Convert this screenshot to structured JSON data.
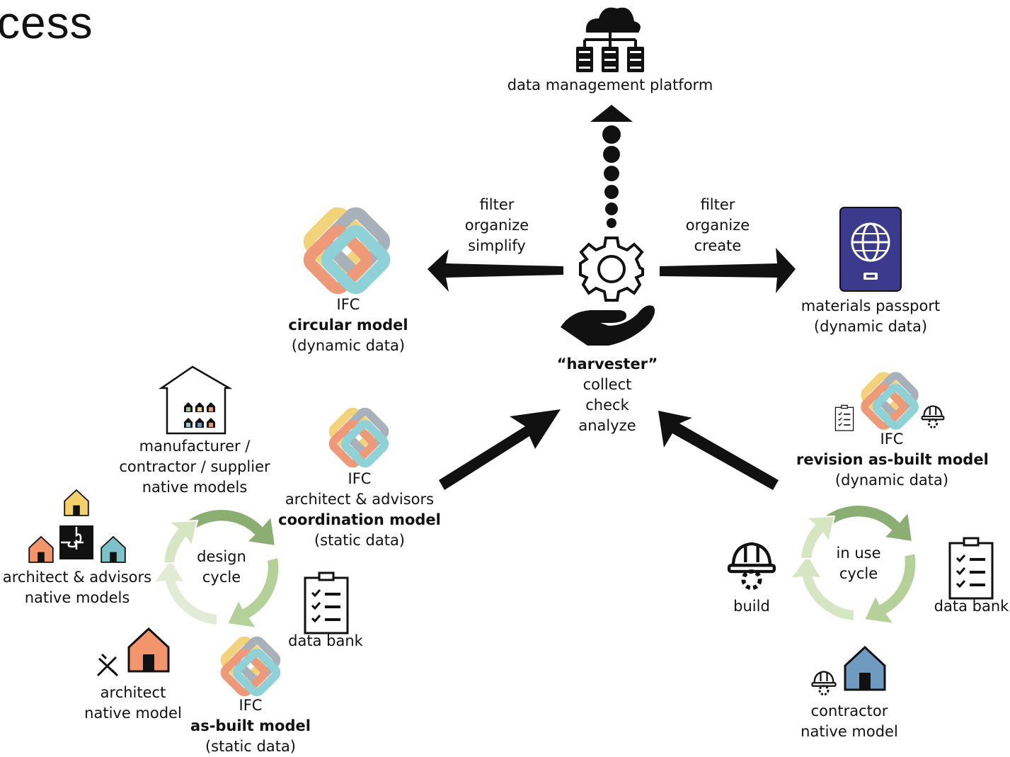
{
  "title_fragment": "cess",
  "top": {
    "label": "data management platform"
  },
  "left_arrow": {
    "lines": [
      "filter",
      "organize",
      "simplify"
    ]
  },
  "right_arrow": {
    "lines": [
      "filter",
      "organize",
      "create"
    ]
  },
  "center": {
    "title": "“harvester”",
    "lines": [
      "collect",
      "check",
      "analyze"
    ]
  },
  "circular_model": {
    "format": "IFC",
    "name": "circular model",
    "note": "(dynamic data)"
  },
  "materials_passport": {
    "name": "materials passport",
    "note": "(dynamic data)"
  },
  "manufacturer": {
    "lines": [
      "manufacturer /",
      "contractor / supplier",
      "native models"
    ]
  },
  "coordination_model": {
    "format": "IFC",
    "owner": "architect & advisors",
    "name": "coordination model",
    "note": "(static data)"
  },
  "design_cycle": {
    "lines": [
      "design",
      "cycle"
    ]
  },
  "architect_advisors": {
    "lines": [
      "architect & advisors",
      "native models"
    ]
  },
  "data_bank_left": {
    "label": "data bank"
  },
  "architect": {
    "lines": [
      "architect",
      "native model"
    ]
  },
  "as_built_model": {
    "format": "IFC",
    "name": "as-built model",
    "note": "(static data)"
  },
  "revision_model": {
    "format": "IFC",
    "name": "revision as-built model",
    "note": "(dynamic data)"
  },
  "in_use_cycle": {
    "lines": [
      "in use",
      "cycle"
    ]
  },
  "build": {
    "label": "build"
  },
  "data_bank_right": {
    "label": "data bank"
  },
  "contractor": {
    "lines": [
      "contractor",
      "native model"
    ]
  },
  "colors": {
    "ifc_yellow": "#F2D37A",
    "ifc_gray": "#A8B0BA",
    "ifc_orange": "#EE9A78",
    "ifc_teal": "#8ED1D6",
    "passport": "#3B3A8C",
    "house_orange": "#F2956B",
    "house_blue": "#6F9BC0",
    "house_yellow": "#F5D06B",
    "house_teal": "#7CC3C9",
    "cycle_dark": "#8BAE72",
    "cycle_mid": "#B5D19A",
    "cycle_light": "#D6E6C2",
    "cycle_pale": "#E2EBD6"
  }
}
